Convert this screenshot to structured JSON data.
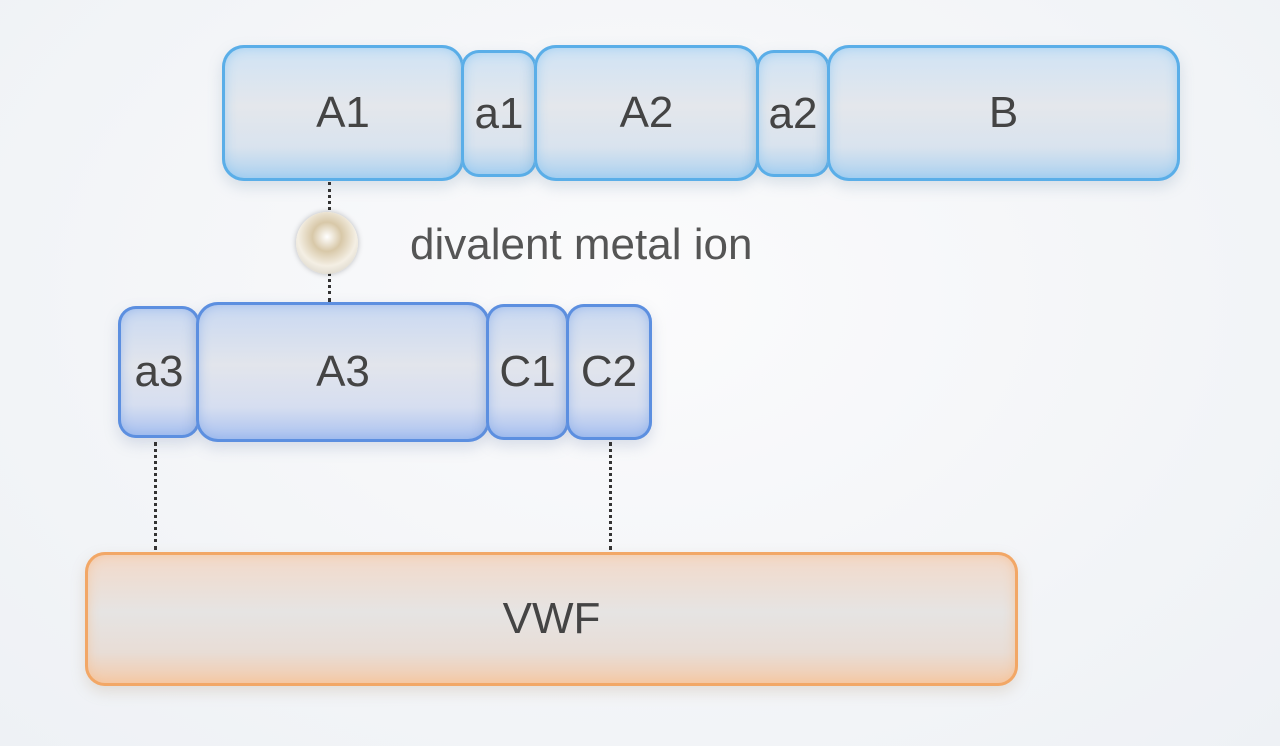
{
  "top_chain": {
    "segments": [
      "A1",
      "a1",
      "A2",
      "a2",
      "B"
    ]
  },
  "ion": {
    "label": "divalent metal ion"
  },
  "middle_chain": {
    "segments": [
      "a3",
      "A3",
      "C1",
      "C2"
    ]
  },
  "vwf": {
    "label": "VWF"
  },
  "colors": {
    "top": "#5aaee8",
    "middle": "#5c8fe0",
    "vwf": "#f2a766"
  }
}
